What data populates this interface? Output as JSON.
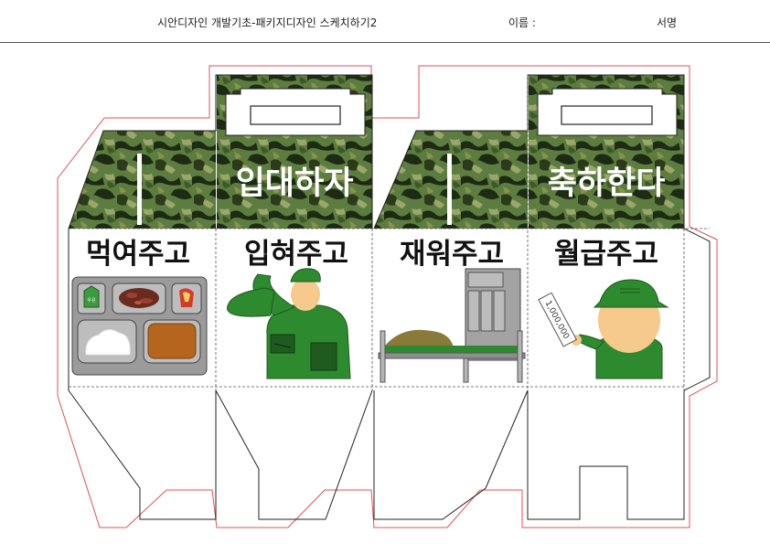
{
  "header": {
    "title": "시안디자인 개발기초-패키지디자인 스케치하기2",
    "name_label": "이름 :",
    "signature_label": "서명"
  },
  "panels": [
    {
      "label": "먹여주고"
    },
    {
      "label": "입혀주고"
    },
    {
      "label": "재워주고"
    },
    {
      "label": "월급주고"
    }
  ],
  "banners": {
    "left": "입대하자",
    "right": "축하한다"
  },
  "paycheck_text": "1,000,000",
  "tray_item_label": "우유",
  "colors": {
    "camo_base": "#5a7a3c",
    "camo_dark": "#1d2a14",
    "camo_light": "#9aa66a",
    "uniform_green": "#2e8a2e",
    "cut_line": "#e0505a",
    "fold_line": "#555555"
  }
}
